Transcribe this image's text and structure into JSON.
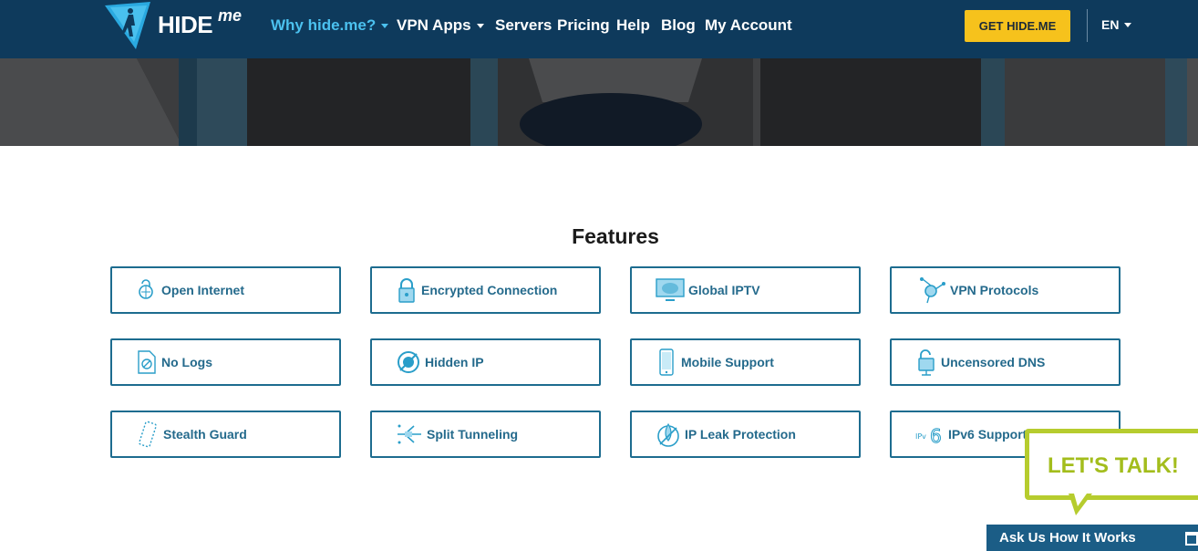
{
  "header": {
    "logo_text": "HIDE",
    "logo_suffix": "me",
    "nav": [
      {
        "label": "Why hide.me?",
        "dropdown": true,
        "active": true
      },
      {
        "label": "VPN Apps",
        "dropdown": true,
        "active": false
      },
      {
        "label": "Servers",
        "dropdown": false,
        "active": false
      },
      {
        "label": "Pricing",
        "dropdown": false,
        "active": false
      },
      {
        "label": "Help",
        "dropdown": false,
        "active": false
      },
      {
        "label": "Blog",
        "dropdown": false,
        "active": false
      },
      {
        "label": "My Account",
        "dropdown": false,
        "active": false
      }
    ],
    "cta_label": "GET HIDE.ME",
    "language": "EN"
  },
  "features": {
    "title": "Features",
    "items": [
      {
        "label": "Open Internet",
        "icon": "globe-lock-icon"
      },
      {
        "label": "Encrypted Connection",
        "icon": "padlock-icon"
      },
      {
        "label": "Global IPTV",
        "icon": "tv-globe-icon"
      },
      {
        "label": "VPN Protocols",
        "icon": "network-node-icon"
      },
      {
        "label": "No Logs",
        "icon": "no-document-icon"
      },
      {
        "label": "Hidden IP",
        "icon": "hidden-ip-icon"
      },
      {
        "label": "Mobile Support",
        "icon": "smartphone-icon"
      },
      {
        "label": "Uncensored DNS",
        "icon": "unlocked-padlock-icon"
      },
      {
        "label": "Stealth Guard",
        "icon": "stealth-device-icon"
      },
      {
        "label": "Split Tunneling",
        "icon": "split-tunnel-icon"
      },
      {
        "label": "IP Leak Protection",
        "icon": "leak-drop-icon"
      },
      {
        "label": "IPv6 Support",
        "icon": "ipv6-icon"
      }
    ]
  },
  "chat": {
    "bubble_text": "LET'S TALK!",
    "bar_text": "Ask Us How It Works"
  },
  "colors": {
    "header_bg": "#0e3a5c",
    "accent_blue": "#4bc1ef",
    "cta_yellow": "#f6c21c",
    "card_border": "#1d6c8f",
    "card_text": "#246a8c",
    "chat_green": "#b6cc2e",
    "chat_bar": "#1b5d86"
  }
}
